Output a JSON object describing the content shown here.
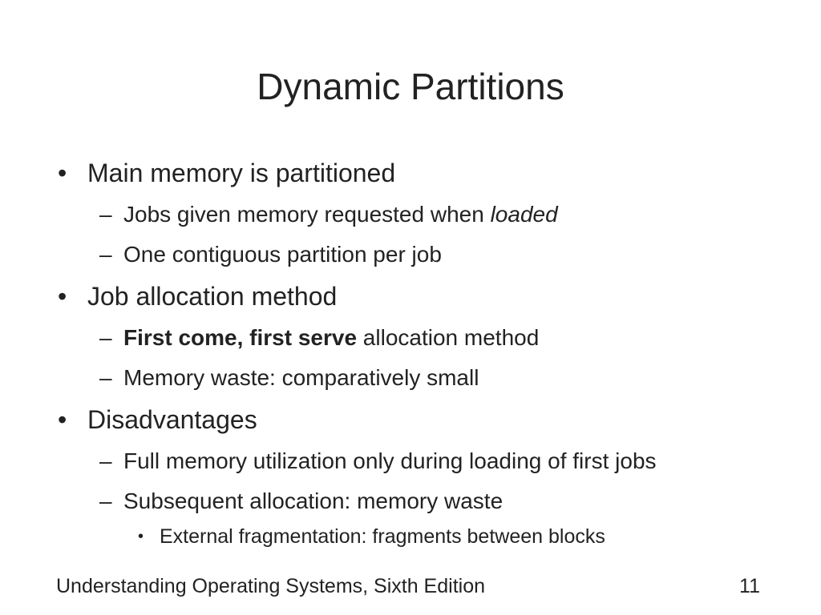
{
  "slide": {
    "title": "Dynamic Partitions",
    "bullet_marker": "•",
    "sub_marker": "–",
    "sub_sub_marker": "•",
    "bullets": [
      {
        "text": "Main memory is partitioned",
        "sub": [
          {
            "prefix": "Jobs given memory requested when ",
            "italic": "loaded"
          },
          {
            "text": "One contiguous partition per job"
          }
        ]
      },
      {
        "text": "Job allocation method",
        "sub": [
          {
            "bold": "First come, first serve",
            "suffix": " allocation method"
          },
          {
            "text": "Memory waste: comparatively small"
          }
        ]
      },
      {
        "text": "Disadvantages",
        "sub": [
          {
            "text": "Full memory utilization only during loading of first jobs"
          },
          {
            "text": "Subsequent allocation: memory waste"
          }
        ],
        "subsub": [
          {
            "text": "External fragmentation: fragments between blocks"
          }
        ]
      }
    ]
  },
  "footer": {
    "book_title": "Understanding Operating Systems, Sixth Edition",
    "page_number": "11"
  }
}
